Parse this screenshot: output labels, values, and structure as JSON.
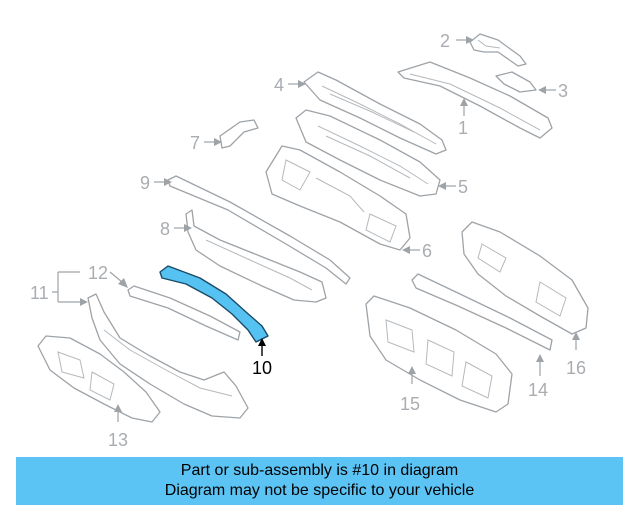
{
  "diagram": {
    "highlighted_part": "10",
    "callouts": [
      "1",
      "2",
      "3",
      "4",
      "5",
      "6",
      "7",
      "8",
      "9",
      "10",
      "11",
      "12",
      "13",
      "14",
      "15",
      "16"
    ],
    "highlight_color": "#56c2f2",
    "line_color": "#9ea3a8"
  },
  "banner": {
    "line1": "Part or sub-assembly is #10 in diagram",
    "line2": "Diagram may not be specific to your vehicle",
    "background": "#5cc4f4"
  }
}
